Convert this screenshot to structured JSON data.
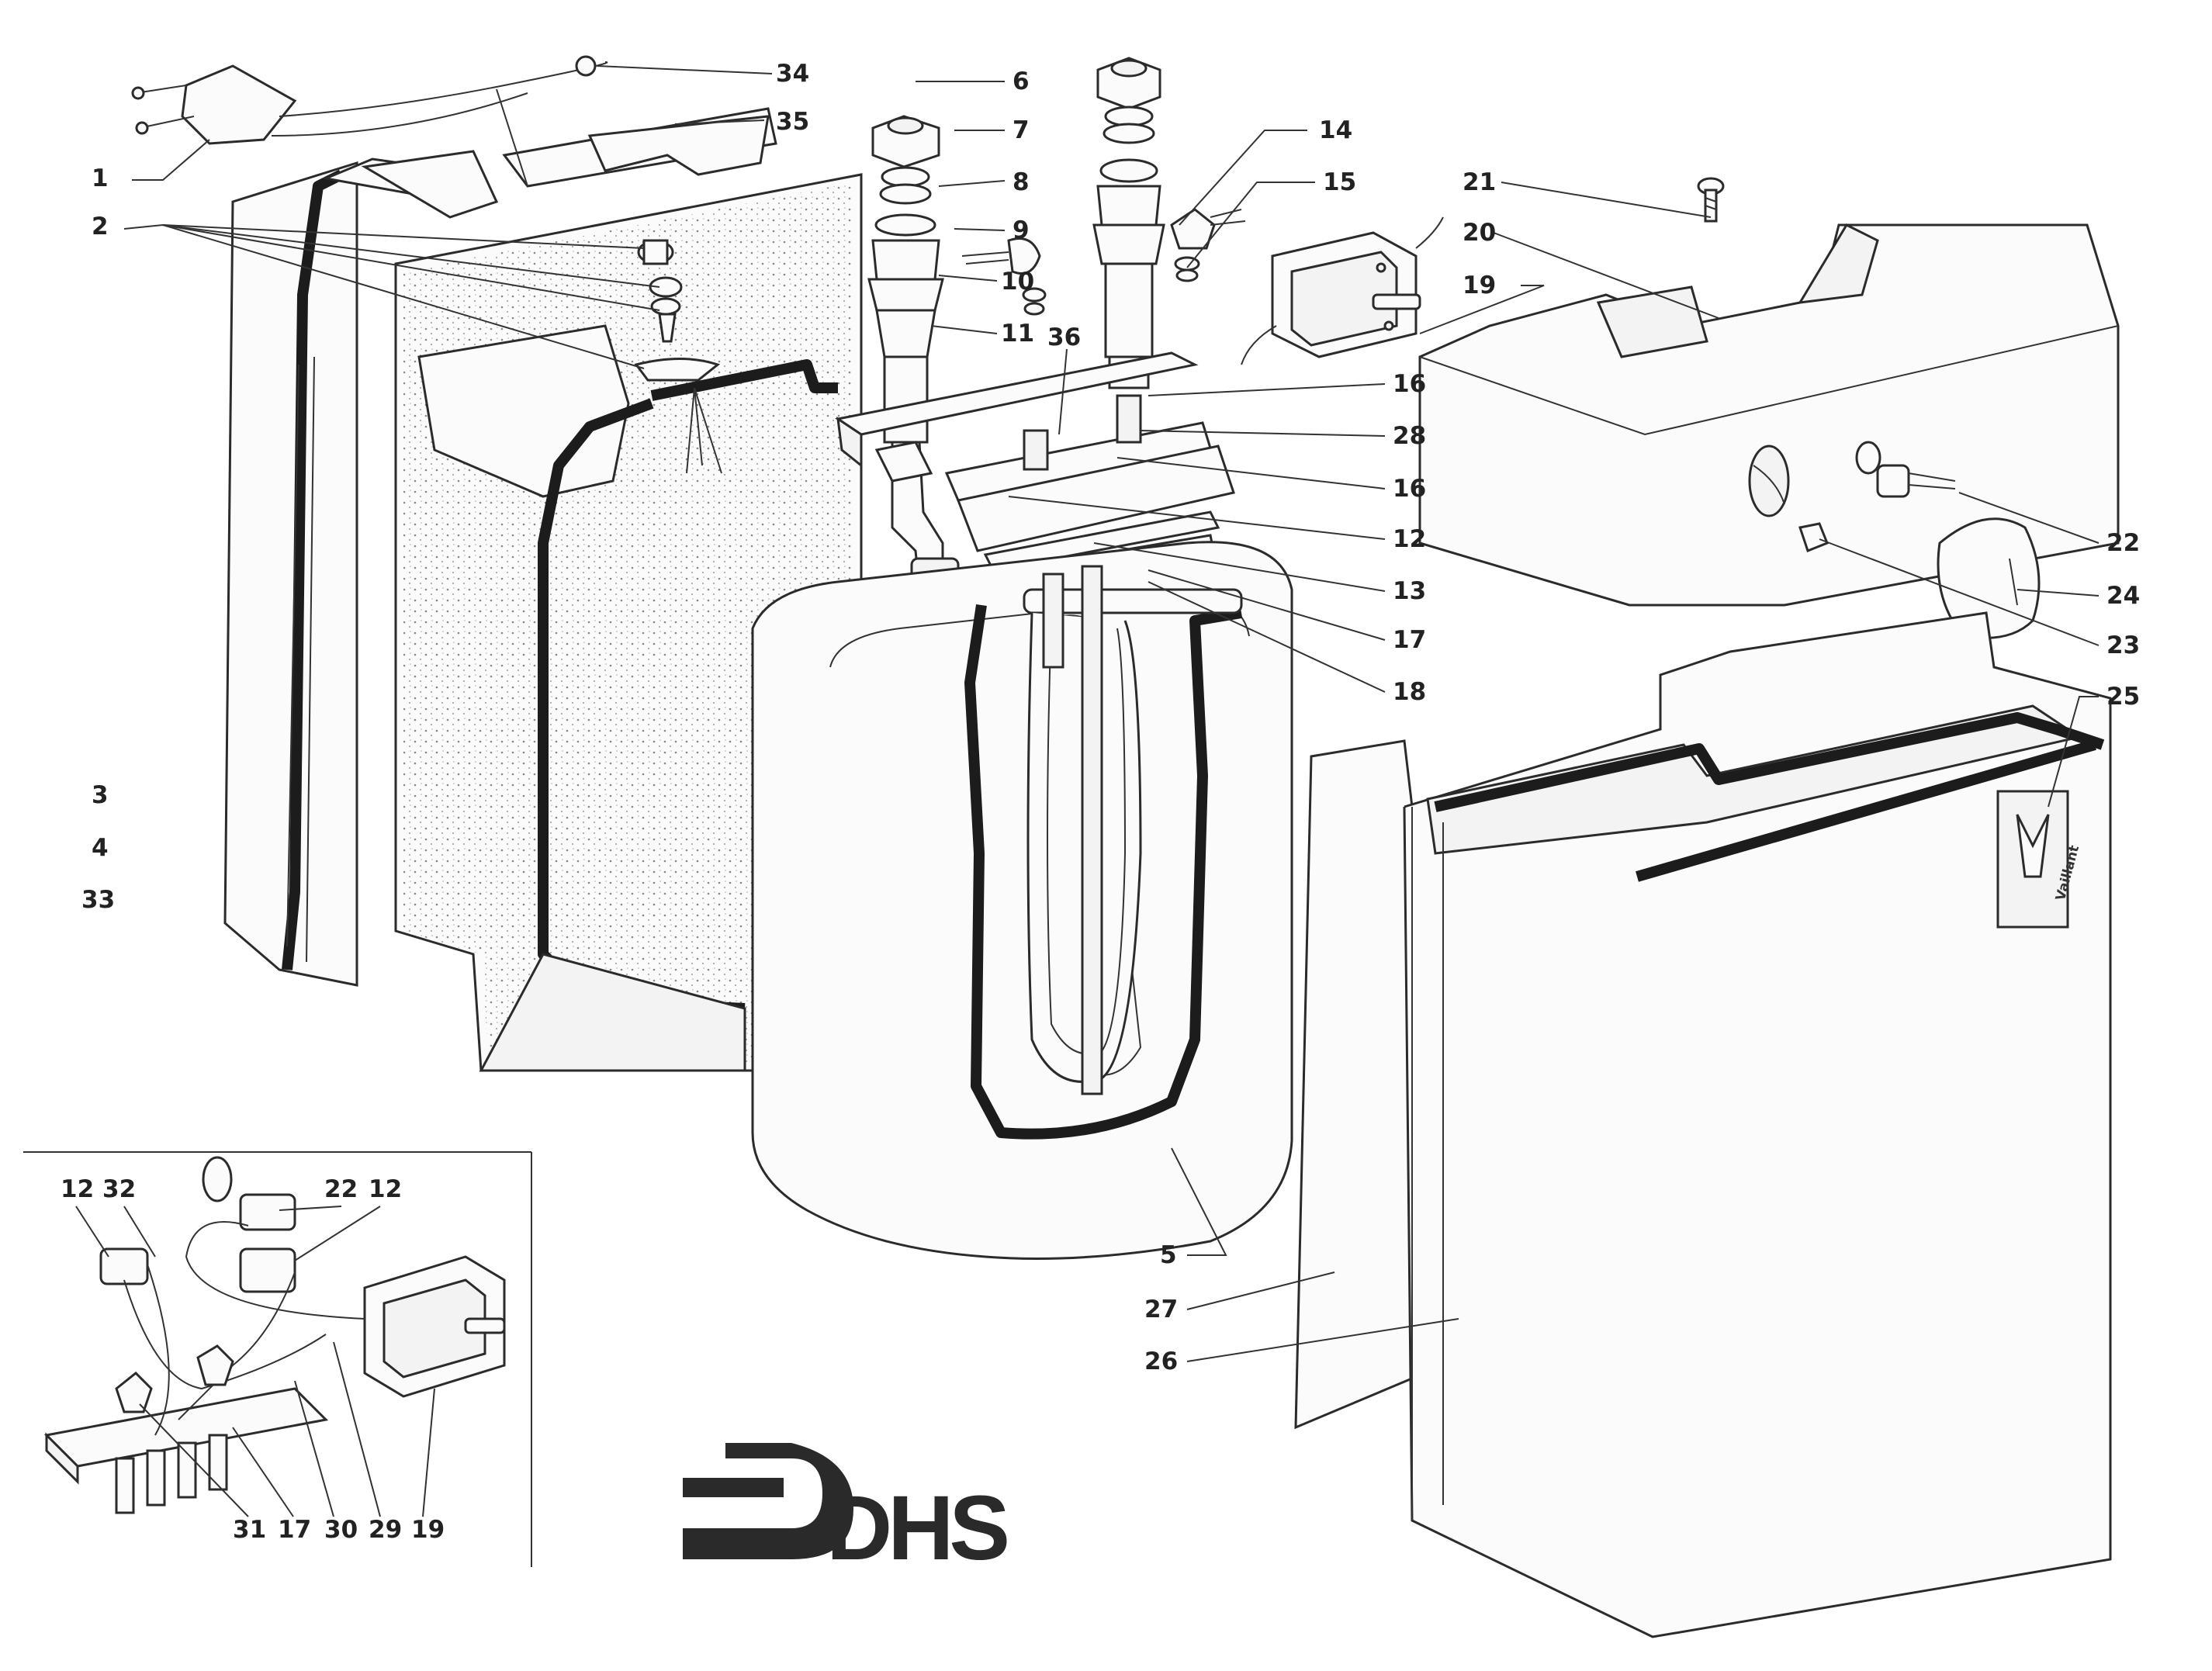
{
  "brand": {
    "text": "DHS",
    "logo_icon": "dhs-arrow-logo-icon"
  },
  "nameplate": {
    "text": "Vaillant"
  },
  "callouts": [
    {
      "id": "1",
      "label": "1"
    },
    {
      "id": "2",
      "label": "2"
    },
    {
      "id": "3",
      "label": "3"
    },
    {
      "id": "4",
      "label": "4"
    },
    {
      "id": "33",
      "label": "33"
    },
    {
      "id": "34",
      "label": "34"
    },
    {
      "id": "35",
      "label": "35"
    },
    {
      "id": "6",
      "label": "6"
    },
    {
      "id": "7",
      "label": "7"
    },
    {
      "id": "8",
      "label": "8"
    },
    {
      "id": "9",
      "label": "9"
    },
    {
      "id": "10",
      "label": "10"
    },
    {
      "id": "11",
      "label": "11"
    },
    {
      "id": "36",
      "label": "36"
    },
    {
      "id": "14",
      "label": "14"
    },
    {
      "id": "15",
      "label": "15"
    },
    {
      "id": "16a",
      "label": "16"
    },
    {
      "id": "28",
      "label": "28"
    },
    {
      "id": "16b",
      "label": "16"
    },
    {
      "id": "12",
      "label": "12"
    },
    {
      "id": "13",
      "label": "13"
    },
    {
      "id": "17",
      "label": "17"
    },
    {
      "id": "18",
      "label": "18"
    },
    {
      "id": "21",
      "label": "21"
    },
    {
      "id": "20",
      "label": "20"
    },
    {
      "id": "19",
      "label": "19"
    },
    {
      "id": "22",
      "label": "22"
    },
    {
      "id": "24",
      "label": "24"
    },
    {
      "id": "23",
      "label": "23"
    },
    {
      "id": "25",
      "label": "25"
    },
    {
      "id": "5",
      "label": "5"
    },
    {
      "id": "27",
      "label": "27"
    },
    {
      "id": "26",
      "label": "26"
    }
  ],
  "inset_callouts": [
    {
      "id": "i12a",
      "label": "12"
    },
    {
      "id": "i32",
      "label": "32"
    },
    {
      "id": "i22",
      "label": "22"
    },
    {
      "id": "i12b",
      "label": "12"
    },
    {
      "id": "i31",
      "label": "31"
    },
    {
      "id": "i17",
      "label": "17"
    },
    {
      "id": "i30",
      "label": "30"
    },
    {
      "id": "i29",
      "label": "29"
    },
    {
      "id": "i19",
      "label": "19"
    }
  ],
  "colors": {
    "ink": "#2b2b2b",
    "paper": "#ffffff"
  }
}
